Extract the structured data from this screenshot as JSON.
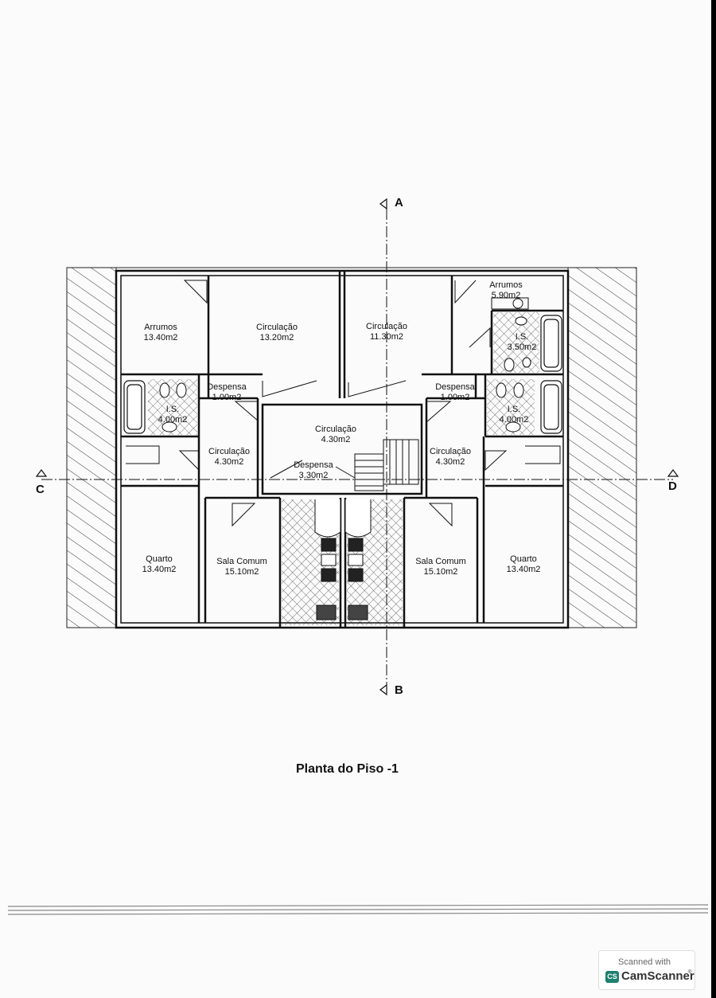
{
  "rooms": [
    {
      "name": "Arrumos",
      "area": "13.40m2"
    },
    {
      "name": "Circulação",
      "area": "13.20m2"
    },
    {
      "name": "Circulação",
      "area": "11.30m2"
    },
    {
      "name": "Arrumos",
      "area": "5.90m2"
    },
    {
      "name": "I.S.",
      "area": "3.50m2"
    },
    {
      "name": "Despensa",
      "area": "1.00m2"
    },
    {
      "name": "Despensa",
      "area": "1.00m2"
    },
    {
      "name": "I.S.",
      "area": "4.00m2"
    },
    {
      "name": "I.S.",
      "area": "4.00m2"
    },
    {
      "name": "Circulação",
      "area": "4.30m2"
    },
    {
      "name": "Circulação",
      "area": "4.30m2"
    },
    {
      "name": "Circulação",
      "area": "4.30m2"
    },
    {
      "name": "Despensa",
      "area": "3.30m2"
    },
    {
      "name": "Quarto",
      "area": "13.40m2"
    },
    {
      "name": "Sala Comum",
      "area": "15.10m2"
    },
    {
      "name": "Sala Comum",
      "area": "15.10m2"
    },
    {
      "name": "Quarto",
      "area": "13.40m2"
    }
  ],
  "sections": {
    "a": "A",
    "b": "B",
    "c": "C",
    "d": "D"
  },
  "title": "Planta do Piso -1",
  "badge": {
    "scanned_with": "Scanned with",
    "cs": "CS",
    "app": "CamScanner",
    "tm": "®"
  }
}
